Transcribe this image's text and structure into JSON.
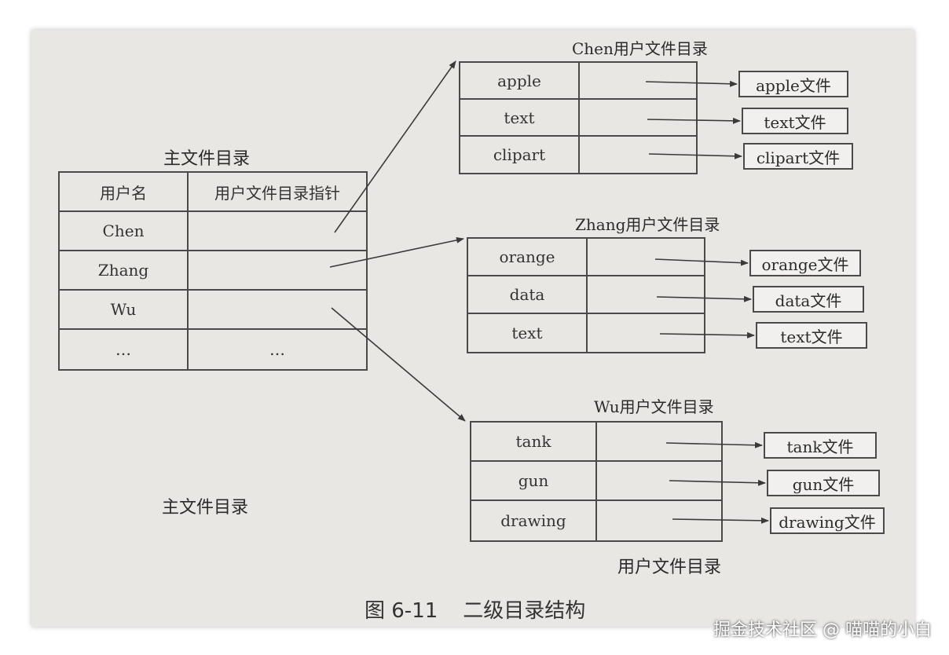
{
  "main_dir": {
    "title": "主文件目录",
    "header": [
      "用户名",
      "用户文件目录指针"
    ],
    "rows": [
      [
        "Chen",
        ""
      ],
      [
        "Zhang",
        ""
      ],
      [
        "Wu",
        ""
      ],
      [
        "…",
        "…"
      ]
    ]
  },
  "user_dirs": [
    {
      "title": "Chen用户文件目录",
      "entries": [
        "apple",
        "text",
        "clipart"
      ],
      "files": [
        "apple文件",
        "text文件",
        "clipart文件"
      ]
    },
    {
      "title": "Zhang用户文件目录",
      "entries": [
        "orange",
        "data",
        "text"
      ],
      "files": [
        "orange文件",
        "data文件",
        "text文件"
      ]
    },
    {
      "title": "Wu用户文件目录",
      "entries": [
        "tank",
        "gun",
        "drawing"
      ],
      "files": [
        "tank文件",
        "gun文件",
        "drawing文件"
      ]
    }
  ],
  "bottom_label_left": "主文件目录",
  "bottom_label_right": "用户文件目录",
  "figure_caption": {
    "number": "图 6-11",
    "text": "二级目录结构"
  },
  "watermark": "掘金技术社区 @ 喵喵的小白"
}
